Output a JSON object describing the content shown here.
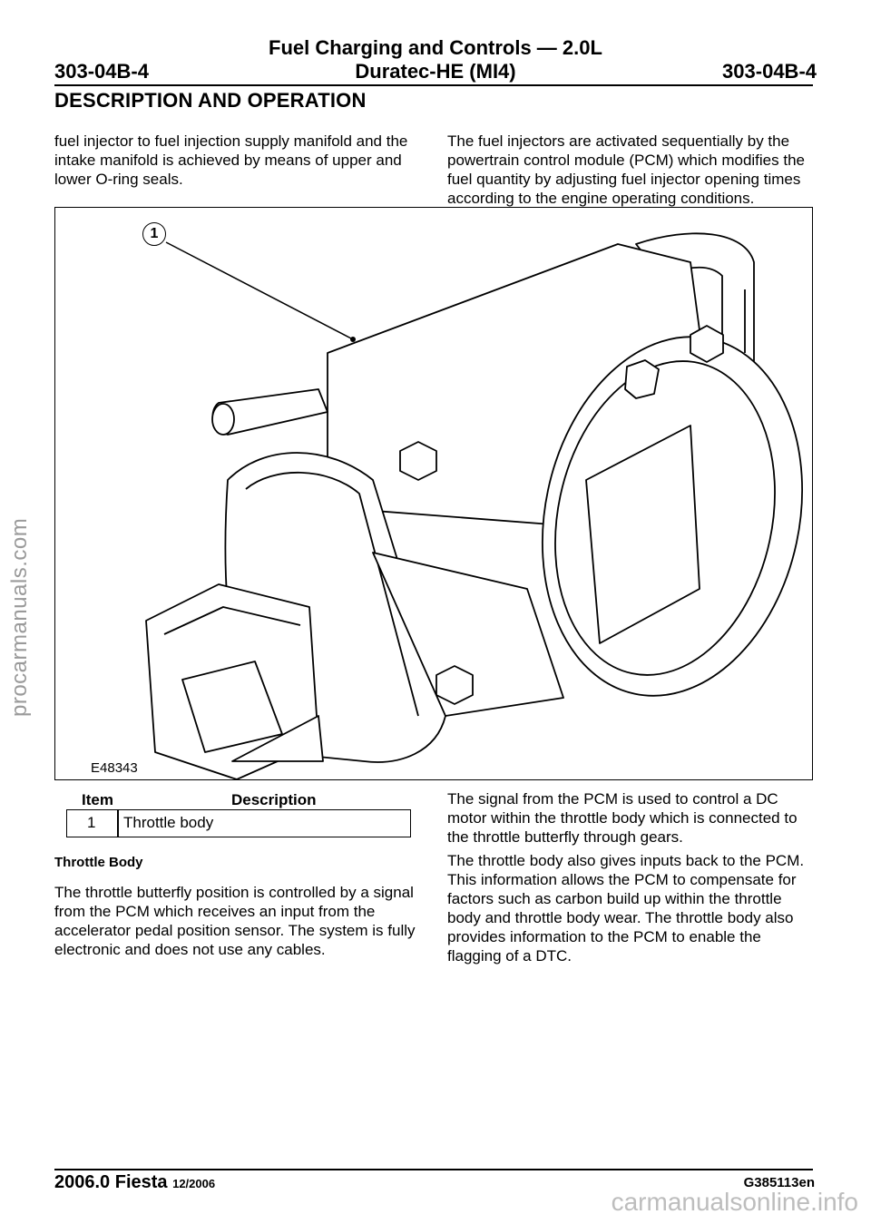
{
  "header": {
    "title": "Fuel Charging and Controls — 2.0L",
    "subtitle": "Duratec-HE (MI4)",
    "code_left": "303-04B-4",
    "code_right": "303-04B-4"
  },
  "section_title": "DESCRIPTION AND OPERATION",
  "top_left_text": "fuel injector to fuel injection supply manifold and the intake manifold is achieved by means of upper and lower O-ring seals.",
  "top_right_text": "The fuel injectors are activated sequentially by the powertrain control module (PCM) which modifies the fuel quantity by adjusting fuel injector opening times according to the engine operating conditions.",
  "figure": {
    "callout": "1",
    "id": "E48343"
  },
  "item_table": {
    "col_item": "Item",
    "col_description": "Description",
    "rows": [
      {
        "item": "1",
        "description": "Throttle body"
      }
    ]
  },
  "throttle_heading": "Throttle Body",
  "throttle_text": "The throttle butterfly position is controlled by a signal from the PCM which receives an input from the accelerator pedal position sensor. The system is fully electronic and does not use any cables.",
  "right_para_1": "The signal from the PCM is used to control a DC motor within the throttle body which is connected to the throttle butterfly through gears.",
  "right_para_2": "The throttle body also gives inputs back to the PCM. This information allows the PCM to compensate for factors such as carbon build up within the throttle body and throttle body wear. The throttle body also provides information to the PCM to enable the flagging of a DTC.",
  "footer": {
    "model": "2006.0 Fiesta",
    "date": "12/2006",
    "ref": "G385113en"
  },
  "watermarks": {
    "left": "procarmanuals.com",
    "bottom": "carmanualsonline.info"
  }
}
